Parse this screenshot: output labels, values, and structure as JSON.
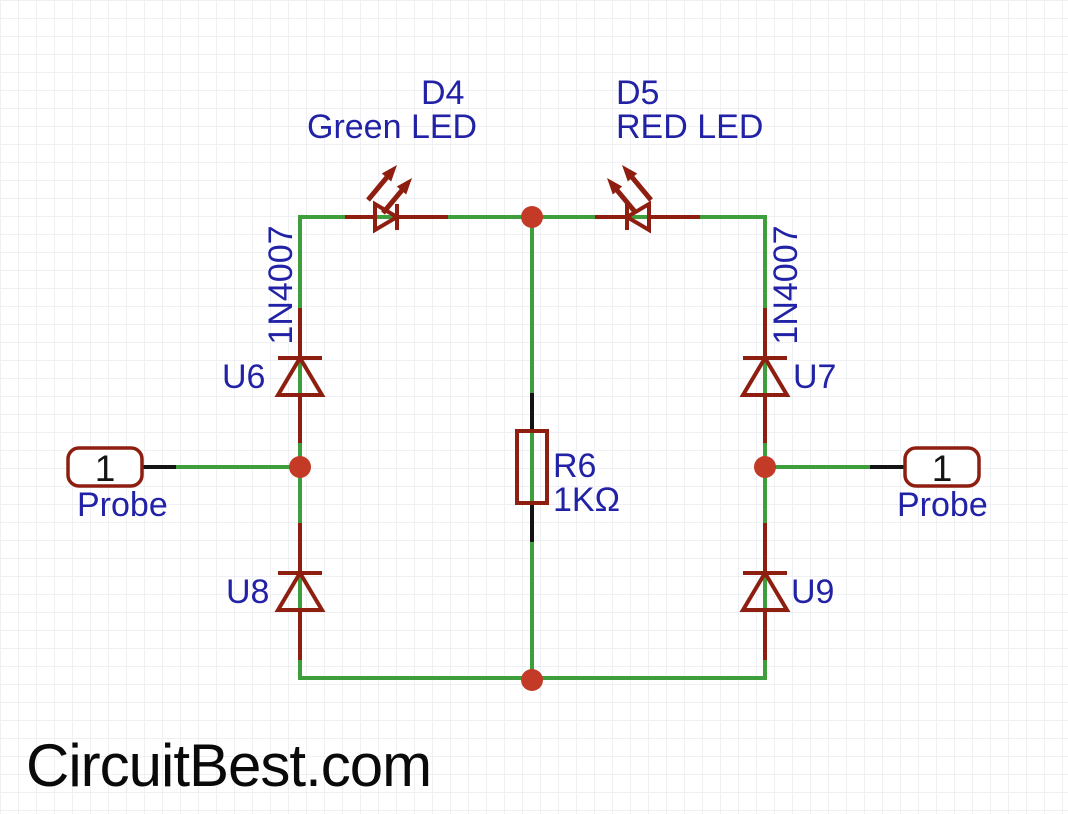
{
  "watermark": "CircuitBest.com",
  "colors": {
    "wire": "#3f9e3c",
    "component": "#8e1f10",
    "junction": "#c33b27",
    "label": "#2222a6",
    "ink": "#141414",
    "grid": "#eef0f4",
    "background": "#ffffff"
  },
  "schematic": {
    "leds": [
      {
        "ref": "D4",
        "label": "Green LED"
      },
      {
        "ref": "D5",
        "label": "RED LED"
      }
    ],
    "diodes": [
      {
        "ref": "U6",
        "part": "1N4007"
      },
      {
        "ref": "U7",
        "part": "1N4007"
      },
      {
        "ref": "U8"
      },
      {
        "ref": "U9"
      }
    ],
    "resistor": {
      "ref": "R6",
      "value": "1KΩ"
    },
    "probes": [
      {
        "pin": "1",
        "label": "Probe"
      },
      {
        "pin": "1",
        "label": "Probe"
      }
    ]
  }
}
